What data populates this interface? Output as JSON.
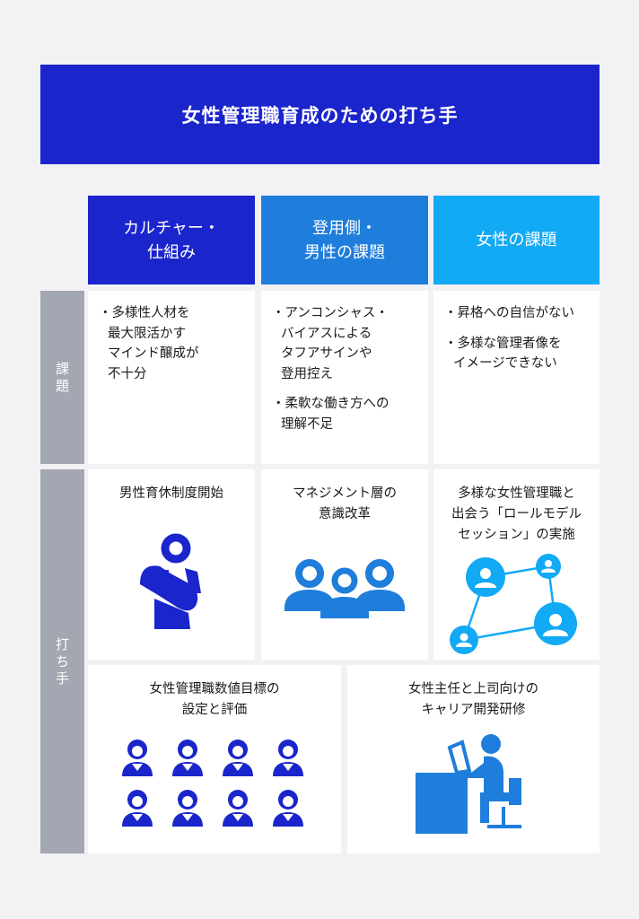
{
  "title": "女性管理職育成のための打ち手",
  "columns": [
    "カルチャー・\n仕組み",
    "登用側・\n男性の課題",
    "女性の課題"
  ],
  "row_labels": {
    "issues": "課\n題",
    "actions": "打\nち\n手"
  },
  "issues": {
    "culture": [
      "多様性人材を\n最大限活かす\nマインド醸成が\n不十分"
    ],
    "management": [
      "アンコンシャス・\nバイアスによる\nタフアサインや\n登用控え",
      "柔軟な働き方への\n理解不足"
    ],
    "women": [
      "昇格への自信がない",
      "多様な管理者像を\nイメージできない"
    ]
  },
  "actions": {
    "parental_leave": "男性育休制度開始",
    "management_awareness": "マネジメント層の\n意識改革",
    "role_model": "多様な女性管理職と\n出会う「ロールモデル\nセッション」の実施",
    "targets": "女性管理職数値目標の\n設定と評価",
    "training": "女性主任と上司向けの\nキャリア開発研修"
  },
  "colors": {
    "dark_blue": "#1a25cc",
    "mid_blue": "#1f7ddb",
    "light_blue": "#12a9f5",
    "gray_side": "#a2a7b1"
  },
  "icons": {
    "parental_leave": "parent-holding-child-icon",
    "management_awareness": "group-of-people-icon",
    "role_model": "network-people-icon",
    "targets": "grid-of-women-icon",
    "training": "person-at-desk-icon"
  }
}
